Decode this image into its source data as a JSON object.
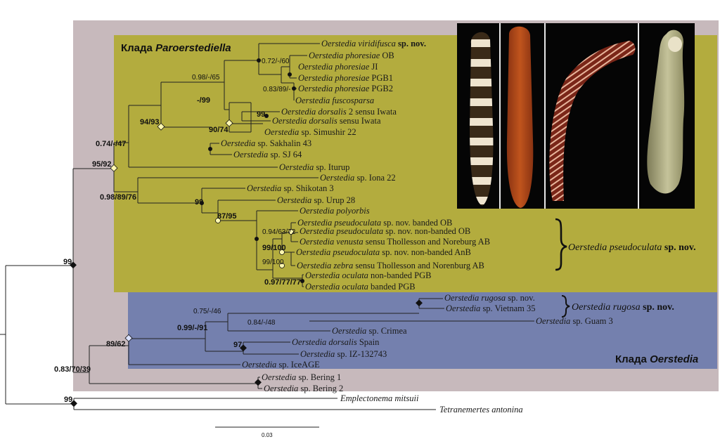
{
  "clades": {
    "paroerstediella": {
      "prefix": "Клада",
      "name": "Paroerstediella"
    },
    "oerstedia": {
      "prefix": "Клада",
      "name": "Oerstedia"
    }
  },
  "colors": {
    "outer_box": "#c7b9bc",
    "paroerstediella_box": "#b3ac3e",
    "oerstedia_box": "#7480ae",
    "branch": "#222222",
    "node_black": "#111111",
    "node_white": "#ffffff",
    "node_yellow_fill": "#fff7b0",
    "node_blue_fill": "#dbe2ff"
  },
  "taxa": {
    "viridifusca": {
      "name": "Oerstedia viridifusca",
      "suffix": "sp. nov."
    },
    "phoresiae_ob": {
      "name": "Oerstedia phoresiae",
      "suffix": "OB"
    },
    "phoresiae_ji": {
      "name": "Oerstedia phoresiae",
      "suffix": "JI"
    },
    "phoresiae_pgb1": {
      "name": "Oerstedia phoresiae",
      "suffix": "PGB1"
    },
    "phoresiae_pgb2": {
      "name": "Oerstedia phoresiae",
      "suffix": "PGB2"
    },
    "fuscosparsa": {
      "name": "Oerstedia fuscosparsa",
      "suffix": ""
    },
    "dorsalis2": {
      "name": "Oerstedia dorsalis",
      "suffix": "2 sensu Iwata"
    },
    "dorsalis_iwata": {
      "name": "Oerstedia dorsalis",
      "suffix": "sensu Iwata"
    },
    "simushir": {
      "name": "Oerstedia",
      "suffix": "sp. Simushir 22"
    },
    "sakhalin": {
      "name": "Oerstedia",
      "suffix": "sp. Sakhalin 43"
    },
    "sj64": {
      "name": "Oerstedia",
      "suffix": "sp. SJ 64"
    },
    "iturup": {
      "name": "Oerstedia",
      "suffix": "sp. Iturup"
    },
    "iona": {
      "name": "Oerstedia",
      "suffix": "sp. Iona 22"
    },
    "shikotan": {
      "name": "Oerstedia",
      "suffix": "sp. Shikotan 3"
    },
    "urup": {
      "name": "Oerstedia",
      "suffix": "sp. Urup 28"
    },
    "polyorbis": {
      "name": "Oerstedia polyorbis",
      "suffix": ""
    },
    "pseudo_banded_ob": {
      "name": "Oerstedia pseudoculata",
      "suffix": "sp. nov. banded OB"
    },
    "pseudo_nonbanded_ob": {
      "name": "Oerstedia pseudoculata",
      "suffix": "sp. nov. non-banded OB"
    },
    "venusta": {
      "name": "Oerstedia venusta",
      "suffix": "sensu Thollesson and Noreburg AB"
    },
    "pseudo_nonbanded_anb": {
      "name": "Oerstedia pseudoculata",
      "suffix": "sp. nov. non-banded AnB"
    },
    "zebra": {
      "name": "Oerstedia zebra",
      "suffix": "sensu Thollesson and Norenburg AB"
    },
    "oculata_nonbanded": {
      "name": "Oerstedia oculata",
      "suffix": "non-banded PGB"
    },
    "oculata_banded": {
      "name": "Oerstedia oculata",
      "suffix": "banded PGB"
    },
    "rugosa": {
      "name": "Oerstedia rugosa",
      "suffix": "sp. nov."
    },
    "vietnam": {
      "name": "Oerstedia",
      "suffix": "sp. Vietnam 35"
    },
    "guam": {
      "name": "Oerstedia",
      "suffix": "sp. Guam 3"
    },
    "crimea": {
      "name": "Oerstedia",
      "suffix": "sp. Crimea"
    },
    "dorsalis_spain": {
      "name": "Oerstedia dorsalis",
      "suffix": "Spain"
    },
    "iz": {
      "name": "Oerstedia",
      "suffix": "sp. IZ-132743"
    },
    "iceage": {
      "name": "Oerstedia",
      "suffix": "sp. IceAGE"
    },
    "bering1": {
      "name": "Oerstedia",
      "suffix": "sp. Bering 1"
    },
    "bering2": {
      "name": "Oerstedia",
      "suffix": "sp. Bering 2"
    },
    "emplectonema": {
      "name": "Emplectonema mitsuii",
      "suffix": ""
    },
    "tetranemertes": {
      "name": "Tetranemertes antonina",
      "suffix": ""
    }
  },
  "support": {
    "s072": "0.72/-/60",
    "s098_65": "0.98/-/65",
    "s083_89": "0.83/89/-",
    "s99_top": "-/99",
    "s99_dors": "99",
    "s94_93": "94/93",
    "s90_74": "90/74",
    "s074_47": "0.74/-/47",
    "s95_92": "95/92",
    "s098_89_76": "0.98/89/76",
    "s99_urup": "99",
    "s87_95": "87/95",
    "s094_63_72": "0.94/63/72",
    "s99_100a": "99/100",
    "s99_100b": "99/100",
    "s097_77": "0.97/77/77",
    "s075_46": "0.75/-/46",
    "s084_48": "0.84/-/48",
    "s099_91": "0.99/-/91",
    "s89_62": "89/62",
    "s97": "97",
    "s99_root": "99",
    "s083_70_39": "0.83/70/39",
    "s99_out": "99"
  },
  "braces": {
    "pseudoculata": {
      "name": "Oerstedia pseudoculata",
      "suffix": "sp. nov."
    },
    "rugosa": {
      "name": "Oerstedia rugosa",
      "suffix": "sp. nov."
    }
  },
  "scale_bar": {
    "label": "0.03"
  },
  "photos": [
    {
      "name": "banded-worm",
      "colors": [
        "#f1e6d2",
        "#3a2a18"
      ]
    },
    {
      "name": "orange-worm",
      "colors": [
        "#c0541d",
        "#8a3312"
      ]
    },
    {
      "name": "red-ringed-worm",
      "colors": [
        "#7a2618",
        "#e2a58a"
      ]
    },
    {
      "name": "greenish-worm",
      "colors": [
        "#a8a67c",
        "#c5c39a"
      ]
    }
  ]
}
